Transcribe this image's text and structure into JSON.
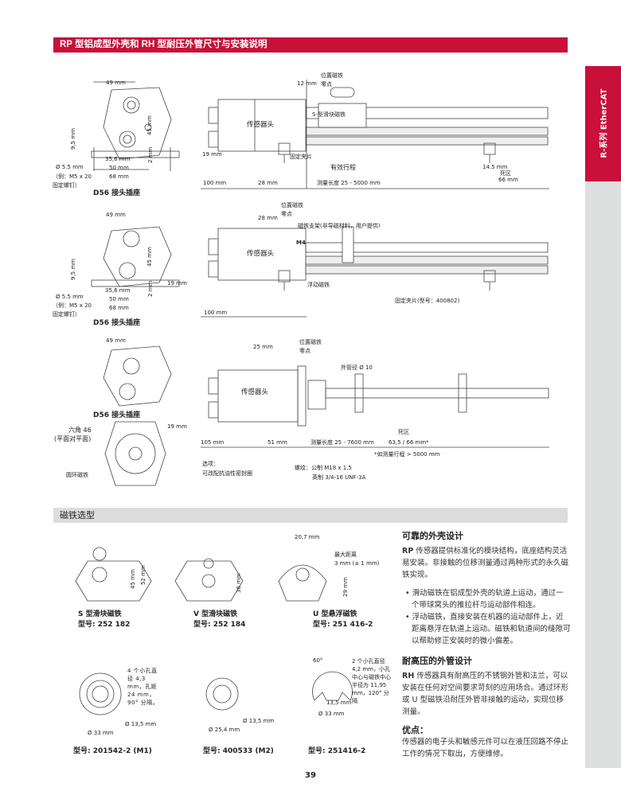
{
  "title": "RP 型铝成型外壳和 RH 型耐压外管尺寸与安装说明",
  "side_tab": "R-系列  EtherCAT",
  "section2": "磁铁选型",
  "page_number": "39",
  "colors": {
    "brand": "#c8103a",
    "section_bg": "#dcdcdc",
    "sidebar_grey": "#dedfdf"
  },
  "d1": {
    "w49": "49 mm",
    "m12": "12 mm",
    "pos_mag": "位置磁铁",
    "zero": "零点",
    "s_mag": "S-型滑块磁铁",
    "head": "传感器头",
    "h45": "45 mm",
    "h95": "9,5 mm",
    "h2": "2 mm",
    "w356": "35,6 mm",
    "w50": "50 mm",
    "w68": "68 mm",
    "hole": "Ø 5.5 mm",
    "screw1": "（例：M5 x 20",
    "screw2": "固定螺钉）",
    "conn": "D56 接头插座",
    "m19": "19 mm",
    "clip": "固定夹片",
    "stroke": "有效行程",
    "m100": "100 mm",
    "m28": "28 mm",
    "meas": "测量长度 25 - 5000 mm",
    "m145": "14.5 mm",
    "dead": "死区",
    "m66": "66 mm"
  },
  "d2": {
    "w49": "49 mm",
    "pos_mag": "位置磁铁",
    "zero": "零点",
    "m28": "28 mm",
    "bracket": "磁铁支架(非导磁材料，用户提供)",
    "m4": "M4",
    "head": "传感器头",
    "h45": "45 mm",
    "h95": "9,5 mm",
    "m19": "19 mm",
    "float": "浮动磁铁",
    "h2": "2 mm",
    "w356": "35,6 mm",
    "w50": "50 mm",
    "w68": "68 mm",
    "hole": "Ø 5.5 mm",
    "screw1": "（例：M5 x 20",
    "screw2": "固定螺钉）",
    "clip": "固定夹片(型号：400802)",
    "m100": "100 mm",
    "conn": "D56 接头插座"
  },
  "d3": {
    "w49": "49 mm",
    "pos_mag": "位置磁铁",
    "zero": "零点",
    "m25": "25 mm",
    "tube": "外管径 Ø 10",
    "head": "传感器头",
    "conn": "D56 接头插座",
    "hex1": "六角 46",
    "hex2": "(平面对平面)",
    "m19": "19 mm",
    "dead": "死区",
    "m105": "105 mm",
    "m51": "51 mm",
    "meas": "测量长度 25 - 7600 mm",
    "m635": "63,5 / 66 mm*",
    "footnote": "*如测量行程 > 5000 mm",
    "ring": "圆环磁铁",
    "opt1": "选项：",
    "opt2": "可改配抗油性密封圈",
    "thread1": "螺纹：公制 M18 x 1,5",
    "thread2": "英制 3/4-16 UNF-3A"
  },
  "magnets": {
    "s": {
      "name": "S 型滑块磁铁",
      "model": "型号: 252 182",
      "h45": "45 mm",
      "h52": "52 mm"
    },
    "v": {
      "name": "V 型滑块磁铁",
      "model": "型号: 252 184",
      "h36": "36 mm"
    },
    "u": {
      "name": "U 型悬浮磁铁",
      "model": "型号: 251 416-2",
      "w207": "20,7 mm",
      "gap1": "最大距离",
      "gap2": "3 mm (± 1 mm)",
      "h29": "29 mm"
    },
    "m1": {
      "note": "4 个小孔直径 4,3 mm，孔距 24 mm，90° 分隔。",
      "d135": "Ø 13,5 mm",
      "d33": "Ø 33 mm",
      "model": "型号: 201542-2 (M1)"
    },
    "m2": {
      "d135": "Ø 13,5 mm",
      "d254": "Ø 25,4 mm",
      "model": "型号: 400533 (M2)"
    },
    "m3": {
      "angle": "60°",
      "note": "2 个小孔直径 4,2 mm，小孔中心与磁铁中心半径为 11,95 mm，120° 分隔",
      "d135": "13,5 mm",
      "d33": "Ø 33 mm",
      "model": "型号: 251416-2"
    }
  },
  "text": {
    "h1": "可靠的外壳设计",
    "p1_b": "RP",
    "p1": " 传感器提供标准化的模块结构，底座结构灵活易安装。非接触的位移测量通过两种形式的永久磁铁实现。",
    "b1": "• 滑动磁铁在铝成型外壳的轨道上运动，通过一个带球窝头的推拉杆与运动部件相连。",
    "b2": "• 浮动磁铁，直接安装在机器的运动部件上，近距离悬浮在轨道上运动。磁铁和轨道间的缝隙可以帮助修正安装时的微小偏差。",
    "h2": "耐高压的外管设计",
    "p2_b": "RH",
    "p2": " 传感器具有耐高压的不锈钢外管和法兰，可以安装在任何对空间要求苛刻的应用场合。通过环形或 U 型磁铁沿耐压外管非接触的运动，实现位移测量。",
    "h3": "优点：",
    "p3": "传感器的电子头和敏感元件可以在液压回路不停止工作的情况下取出，方便维修。"
  }
}
